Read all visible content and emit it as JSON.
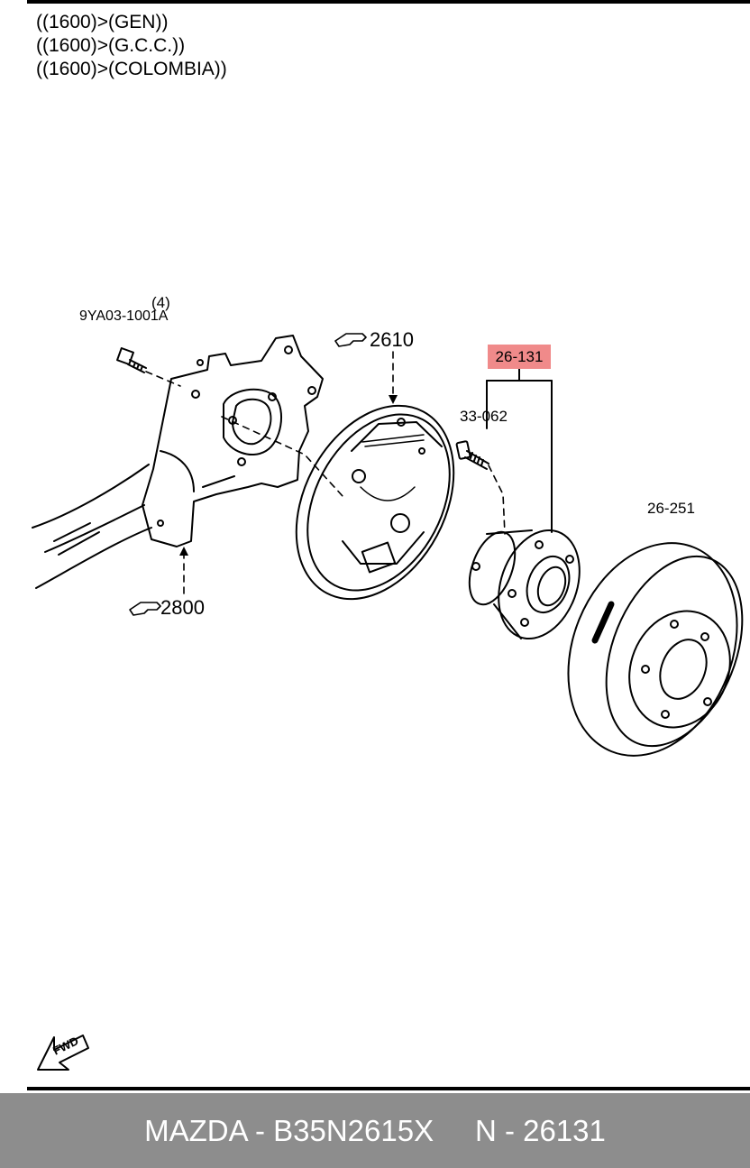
{
  "header": {
    "lines": [
      "((1600)>(GEN))",
      "((1600)>(G.C.C.))",
      "((1600)>(COLOMBIA))"
    ]
  },
  "callouts": {
    "bolt_qty": "(4)",
    "bolt_part": "9YA03-1001A",
    "backing_plate_ref": "2610",
    "knuckle_ref": "2800",
    "hub_assembly": "26-131",
    "hub_bolt": "33-062",
    "brake_drum": "26-251"
  },
  "orientation": {
    "label": "FWD"
  },
  "colors": {
    "highlight": "#f08a8a",
    "footer_bg": "#8d8d8d",
    "footer_text": "#ffffff"
  },
  "footer": {
    "brand_part": "MAZDA - B35N2615X",
    "ref": "N - 26131"
  }
}
